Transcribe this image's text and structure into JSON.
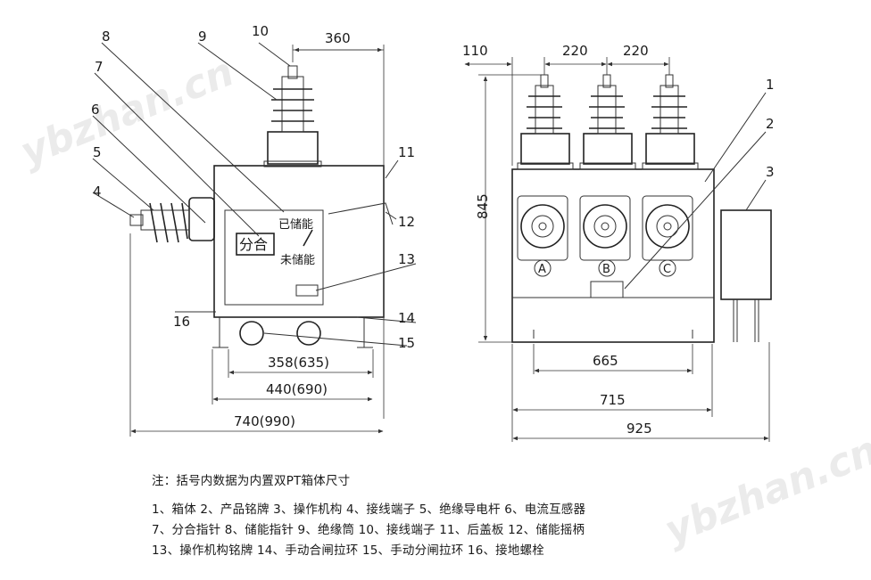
{
  "watermark": "ybzhan.cn",
  "side_view": {
    "callouts": [
      "1",
      "2",
      "3",
      "4",
      "5",
      "6",
      "7",
      "8",
      "9",
      "10",
      "11",
      "12",
      "13",
      "14",
      "15",
      "16"
    ],
    "dimensions": {
      "top": "360",
      "d1": "358(635)",
      "d2": "440(690)",
      "d3": "740(990)"
    },
    "plate_labels": {
      "switch": "分合",
      "charged": "已储能",
      "uncharged": "未储能"
    }
  },
  "front_view": {
    "dimensions": {
      "left": "110",
      "pitch1": "220",
      "pitch2": "220",
      "height": "845",
      "d1": "665",
      "d2": "715",
      "d3": "925"
    },
    "phases": [
      "A",
      "B",
      "C"
    ]
  },
  "notes": {
    "title": "注：括号内数据为内置双PT箱体尺寸",
    "line1": "1、箱体  2、产品铭牌  3、操作机构  4、接线端子  5、绝缘导电杆  6、电流互感器",
    "line2": "7、分合指针  8、储能指针  9、绝缘筒  10、接线端子  11、后盖板  12、储能摇柄",
    "line3": "13、操作机构铭牌  14、手动合闸拉环  15、手动分闸拉环  16、接地螺栓"
  }
}
